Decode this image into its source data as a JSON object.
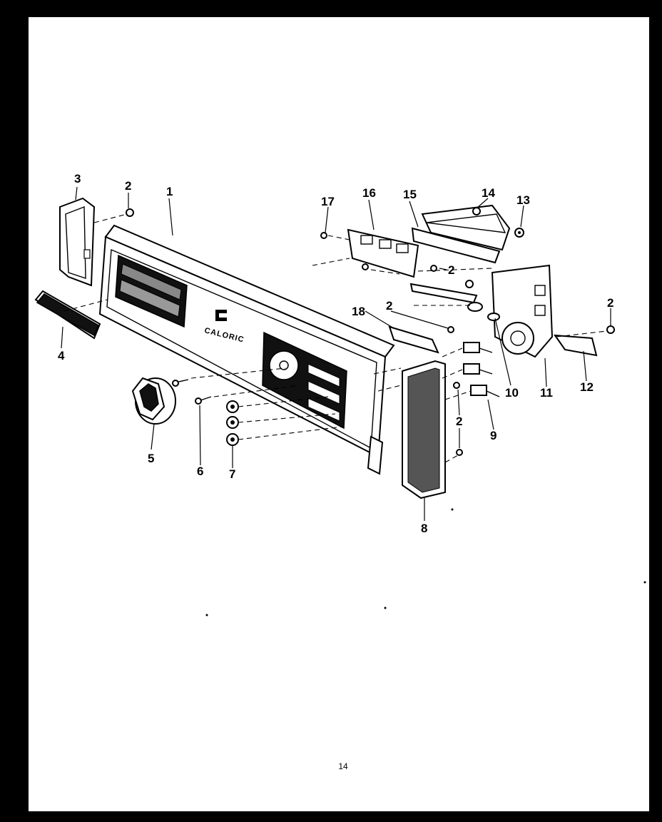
{
  "diagram": {
    "brand_label": "CALORIC",
    "page_number": "14",
    "callouts": {
      "c1": "1",
      "c2a": "2",
      "c3": "3",
      "c4": "4",
      "c5": "5",
      "c6": "6",
      "c7": "7",
      "c8": "8",
      "c9": "9",
      "c10": "10",
      "c11": "11",
      "c12": "12",
      "c13": "13",
      "c14": "14",
      "c15": "15",
      "c16": "16",
      "c17": "17",
      "c18": "18",
      "c2b": "2",
      "c2c": "2",
      "c2d": "2",
      "c2e": "2"
    }
  }
}
